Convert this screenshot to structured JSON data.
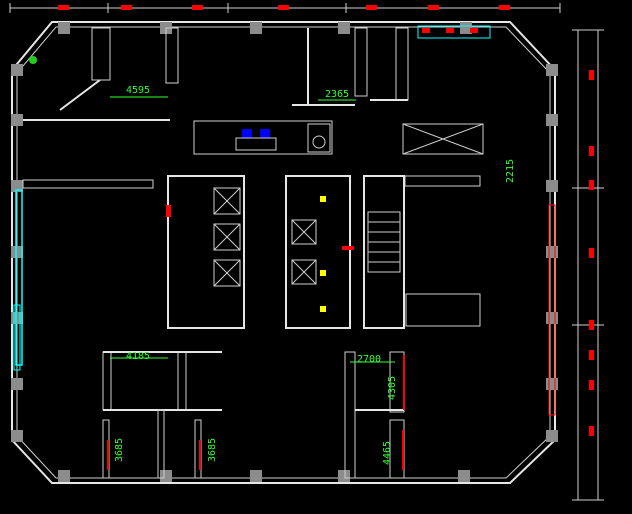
{
  "plan": {
    "dimensions": [
      {
        "id": "dim-4595",
        "text": "4595"
      },
      {
        "id": "dim-2365",
        "text": "2365"
      },
      {
        "id": "dim-2215",
        "text": "2215"
      },
      {
        "id": "dim-4185",
        "text": "4185"
      },
      {
        "id": "dim-2700",
        "text": "2700"
      },
      {
        "id": "dim-4305",
        "text": "4305"
      },
      {
        "id": "dim-3685a",
        "text": "3685"
      },
      {
        "id": "dim-3685b",
        "text": "3685"
      },
      {
        "id": "dim-4465",
        "text": "4465"
      }
    ],
    "colors": {
      "background": "#000000",
      "wall": "#e6e6e6",
      "column": "#8c8c8c",
      "dimension": "#33ff33",
      "marker": "#ff0000",
      "furniture": "#0000ff",
      "window": "#00ffff",
      "fixture": "#ffff00"
    }
  }
}
